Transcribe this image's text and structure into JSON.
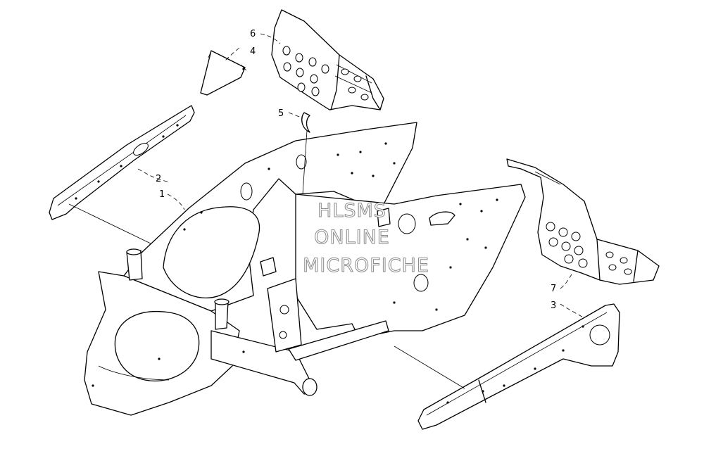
{
  "callouts": {
    "c1": "1",
    "c2": "2",
    "c3": "3",
    "c4": "4",
    "c5": "5",
    "c6": "6",
    "c7": "7"
  },
  "watermark": {
    "line1": "HLSMS",
    "line2": "ONLINE",
    "line3": "MICROFICHE"
  },
  "colors": {
    "stroke": "#000000",
    "background": "#ffffff",
    "watermark_outline": "#8a8a8a"
  }
}
